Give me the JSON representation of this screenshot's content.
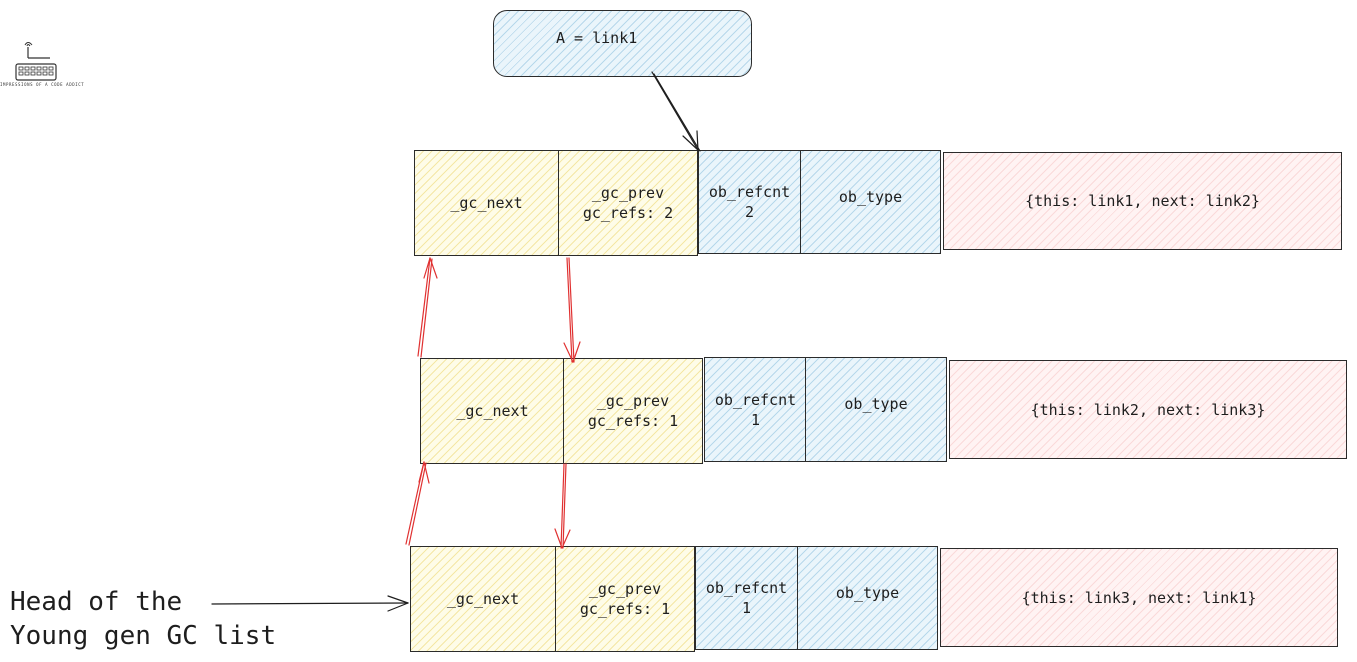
{
  "logo": {
    "icon": "keyboard-antenna-icon",
    "text": "IMPRESSIONS OF A CODE ADDICT"
  },
  "assignment_label": "A = link1",
  "head_label": "Head of the\nYoung gen GC list",
  "nodes": [
    {
      "gc_next": "_gc_next",
      "gc_prev": "_gc_prev\ngc_refs: 2",
      "ob_refcnt": "ob_refcnt\n2",
      "ob_type": "ob_type",
      "body": "{this: link1, next: link2}"
    },
    {
      "gc_next": "_gc_next",
      "gc_prev": "_gc_prev\ngc_refs: 1",
      "ob_refcnt": "ob_refcnt\n1",
      "ob_type": "ob_type",
      "body": "{this: link2, next: link3}"
    },
    {
      "gc_next": "_gc_next",
      "gc_prev": "_gc_prev\ngc_refs: 1",
      "ob_refcnt": "ob_refcnt\n1",
      "ob_type": "ob_type",
      "body": "{this: link3, next: link1}"
    }
  ],
  "colors": {
    "gc_header": "#fefce8",
    "object_header": "#eaf5fb",
    "payload": "#fff3f3",
    "link_arrow": "#e03131",
    "reference_arrow": "#1e1e1e"
  }
}
